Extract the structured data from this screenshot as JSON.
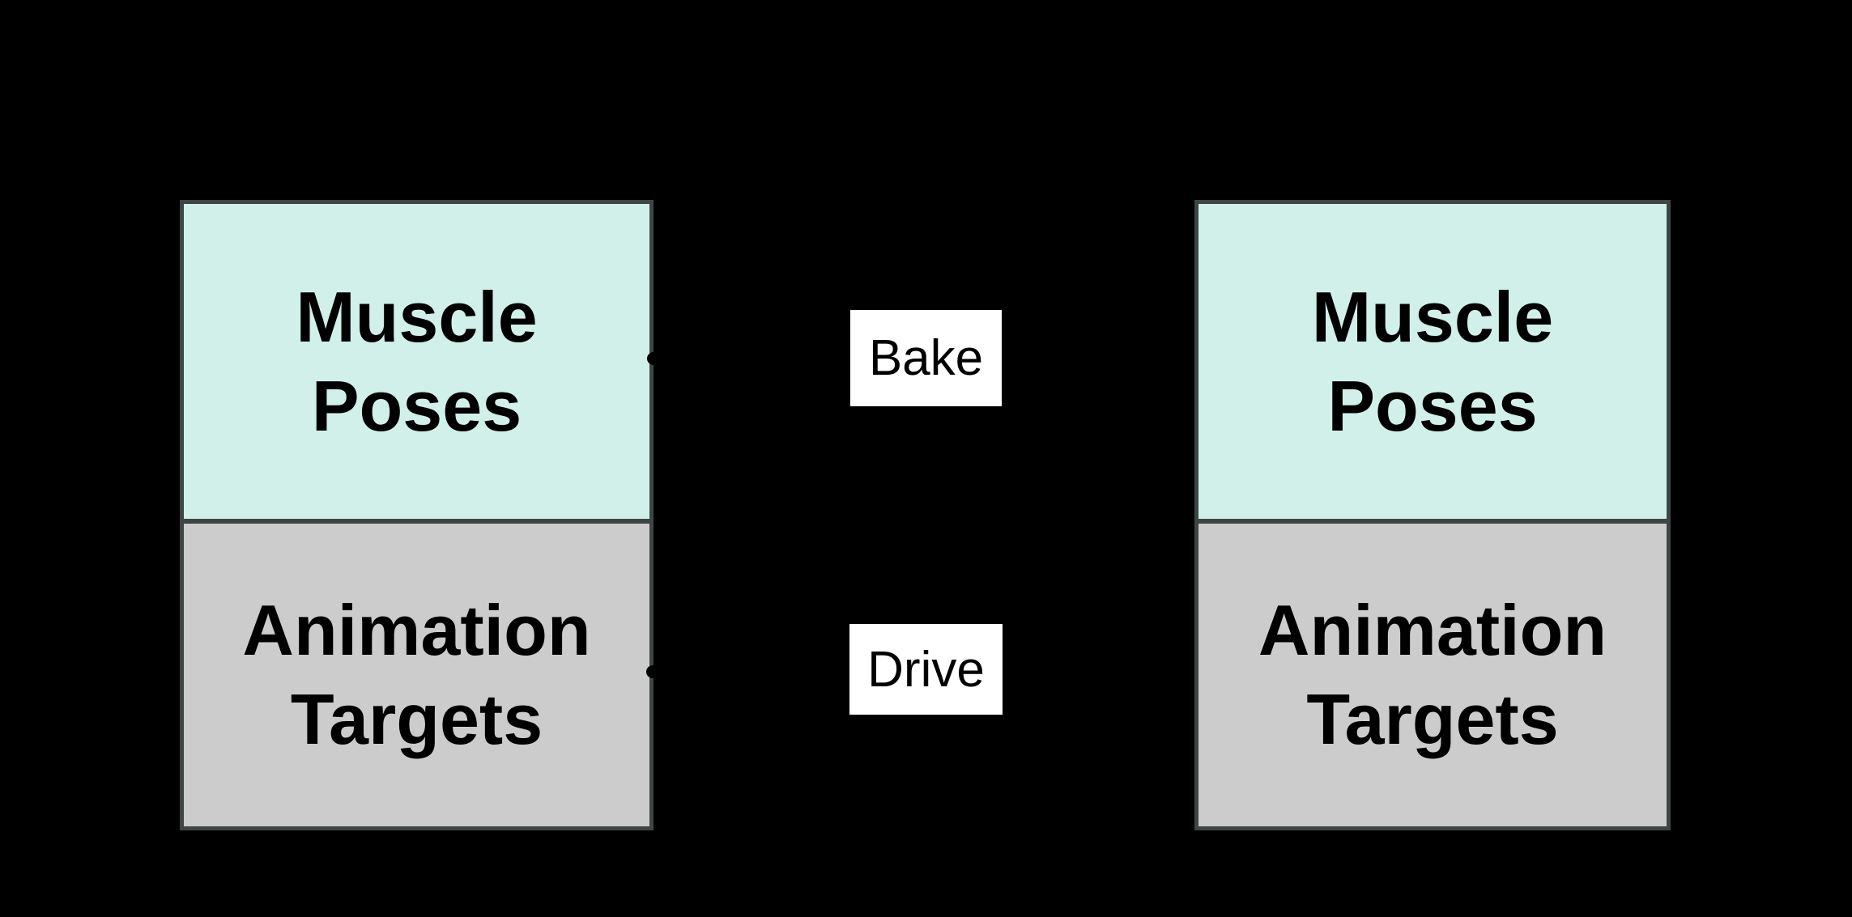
{
  "stacks": {
    "left": {
      "muscle": {
        "line1": "Muscle",
        "line2": "Poses"
      },
      "targets": {
        "line1": "Animation",
        "line2": "Targets"
      }
    },
    "right": {
      "muscle": {
        "line1": "Muscle",
        "line2": "Poses"
      },
      "targets": {
        "line1": "Animation",
        "line2": "Targets"
      }
    }
  },
  "edges": {
    "bake": {
      "label": "Bake"
    },
    "drive": {
      "label": "Drive"
    }
  },
  "colors": {
    "background": "#000000",
    "muscle_fill": "#d1f0e9",
    "targets_fill": "#cccccc",
    "box_border": "#3f4545",
    "edge_label_bg": "#ffffff",
    "text": "#000000"
  }
}
